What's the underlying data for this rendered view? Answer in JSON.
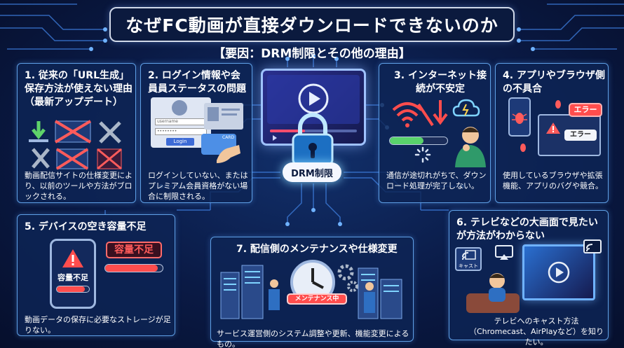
{
  "title": "なぜFC動画が直接ダウンロードできないのか",
  "subtitle": "【要因：DRM制限とその他の理由】",
  "center": {
    "label": "DRM制限"
  },
  "cards": [
    {
      "title": "1. 従来の「URL生成」保存方法が使えない理由（最新アップデート）",
      "desc": "動画配信サイトの仕様変更により、以前のツールや方法がブロックされる。"
    },
    {
      "title": "2. ログイン情報や会員員ステータスの問題",
      "desc": "ログインしていない、またはプレミアム会員資格がない場合に制限される。"
    },
    {
      "title": "3. インターネット接続が不安定",
      "desc": "通信が途切れがちで、ダウンロード処理が完了しない。"
    },
    {
      "title": "4. アプリやブラウザ側の不具合",
      "desc": "使用しているブラウザや拡張機能、アプリのバグや競合。"
    },
    {
      "title": "5. デバイスの空き容量不足",
      "desc": "動画データの保存に必要なストレージが足りない。"
    },
    {
      "title": "6. テレビなどの大画面で見たいが方法がわからない",
      "desc": "テレビへのキャスト方法（Chromecast、AirPlayなど）を知りたい。"
    },
    {
      "title": "7. 配信側のメンテナンスや仕様変更",
      "desc": "サービス運営側のシステム調整や更新、機能変更によるもの。"
    }
  ],
  "illustrations": {
    "login": {
      "username": "username",
      "password": "••••••••",
      "button": "Login",
      "card": "CARD"
    },
    "error_label": "エラー",
    "storage_badge": "容量不足",
    "storage_phone_label": "容量不足",
    "maintenance_label": "メンテナンス中",
    "cast_label": "キャスト"
  },
  "colors": {
    "accent": "#5fa0e6",
    "error": "#ff5b5b",
    "background": "#0a1a45"
  }
}
